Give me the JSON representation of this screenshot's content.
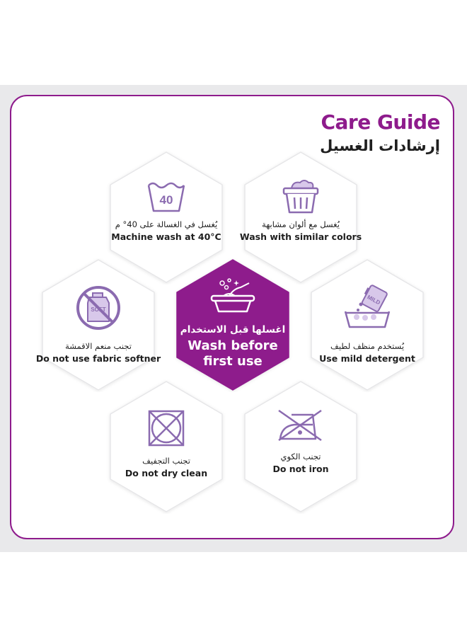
{
  "colors": {
    "accent": "#8e1b8c",
    "icon": "#8b6bb0",
    "icon_fill": "#d8c8ea",
    "hex_border": "#e6e6e8",
    "background_band": "#e9e9eb"
  },
  "header": {
    "title_en": "Care Guide",
    "title_ar": "إرشادات الغسيل"
  },
  "items": {
    "wash40": {
      "icon": "wash-tub-40-icon",
      "icon_text": "40",
      "ar": "يُغسل في الغسالة على 40° م",
      "en": "Machine wash at 40°C"
    },
    "similar": {
      "icon": "laundry-basket-icon",
      "ar": "يُغسل مع ألوان مشابهة",
      "en": "Wash with similar colors"
    },
    "softener": {
      "icon": "no-fabric-softener-icon",
      "icon_text": "SOFT",
      "ar": "تجنب منعم الاقمشة",
      "en": "Do not use fabric softner"
    },
    "center": {
      "icon": "wash-basin-icon",
      "ar": "اغسلها قبل الاستخدام",
      "en": "Wash before first use"
    },
    "mild": {
      "icon": "mild-detergent-icon",
      "icon_text": "MILD",
      "ar": "يُستخدم منظف لطيف",
      "en": "Use mild detergent"
    },
    "dryclean": {
      "icon": "no-dry-clean-icon",
      "ar": "تجنب التجفيف",
      "en": "Do not dry clean"
    },
    "iron": {
      "icon": "no-iron-icon",
      "ar": "تجنب الكوي",
      "en": "Do not iron"
    }
  }
}
